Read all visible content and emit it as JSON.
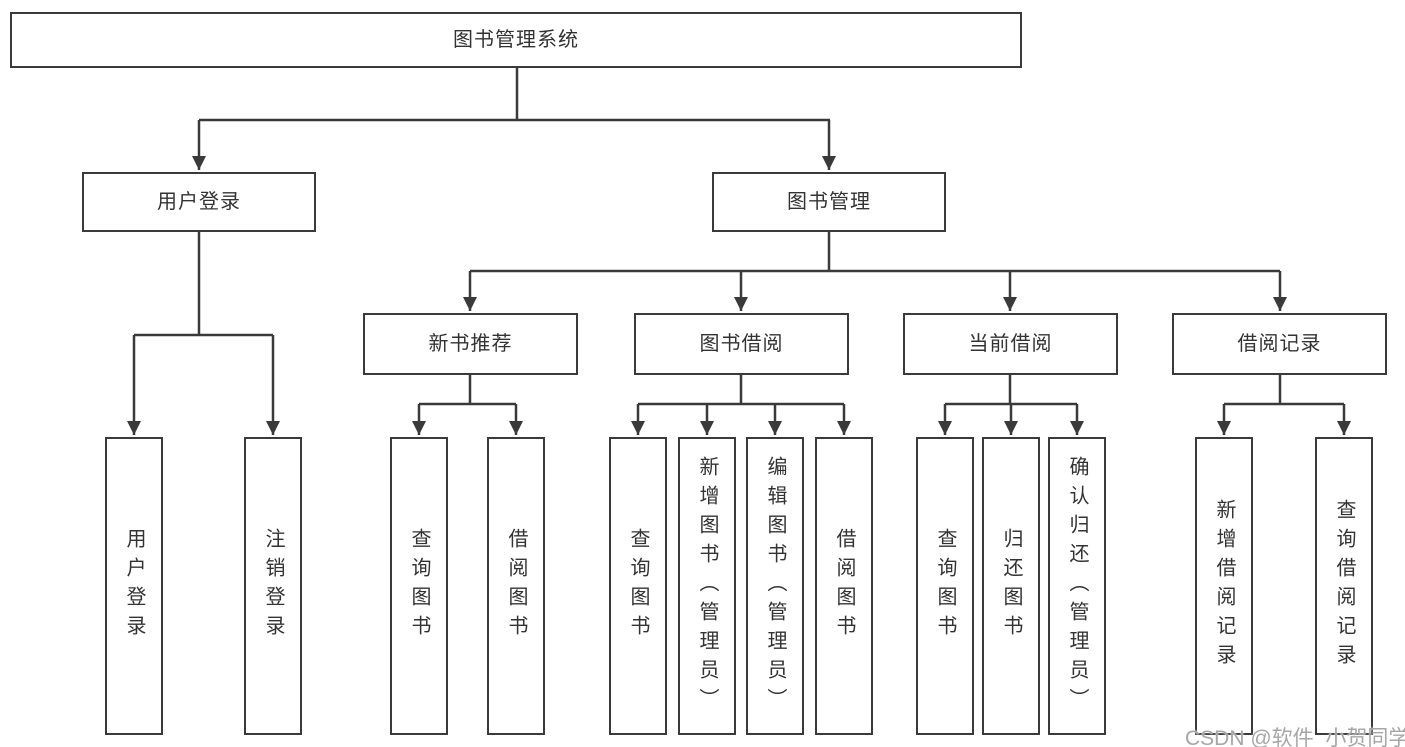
{
  "colors": {
    "line": "#3a3a3a",
    "box_border": "#3a3a3a",
    "box_bg": "#ffffff",
    "text": "#333333",
    "watermark": "#a6a6a6"
  },
  "root": {
    "label": "图书管理系统"
  },
  "level2": [
    {
      "label": "用户登录"
    },
    {
      "label": "图书管理"
    }
  ],
  "level3": [
    {
      "label": "新书推荐"
    },
    {
      "label": "图书借阅"
    },
    {
      "label": "当前借阅"
    },
    {
      "label": "借阅记录"
    }
  ],
  "leaves": {
    "user_login": [
      "用户登录",
      "注销登录"
    ],
    "new_books": [
      "查询图书",
      "借阅图书"
    ],
    "borrow": [
      "查询图书",
      "新增图书（管理员）",
      "编辑图书（管理员）",
      "借阅图书"
    ],
    "current": [
      "查询图书",
      "归还图书",
      "确认归还（管理员）"
    ],
    "records": [
      "新增借阅记录",
      "查询借阅记录"
    ]
  },
  "watermark": {
    "text": "CSDN @软件_小贺同学"
  }
}
